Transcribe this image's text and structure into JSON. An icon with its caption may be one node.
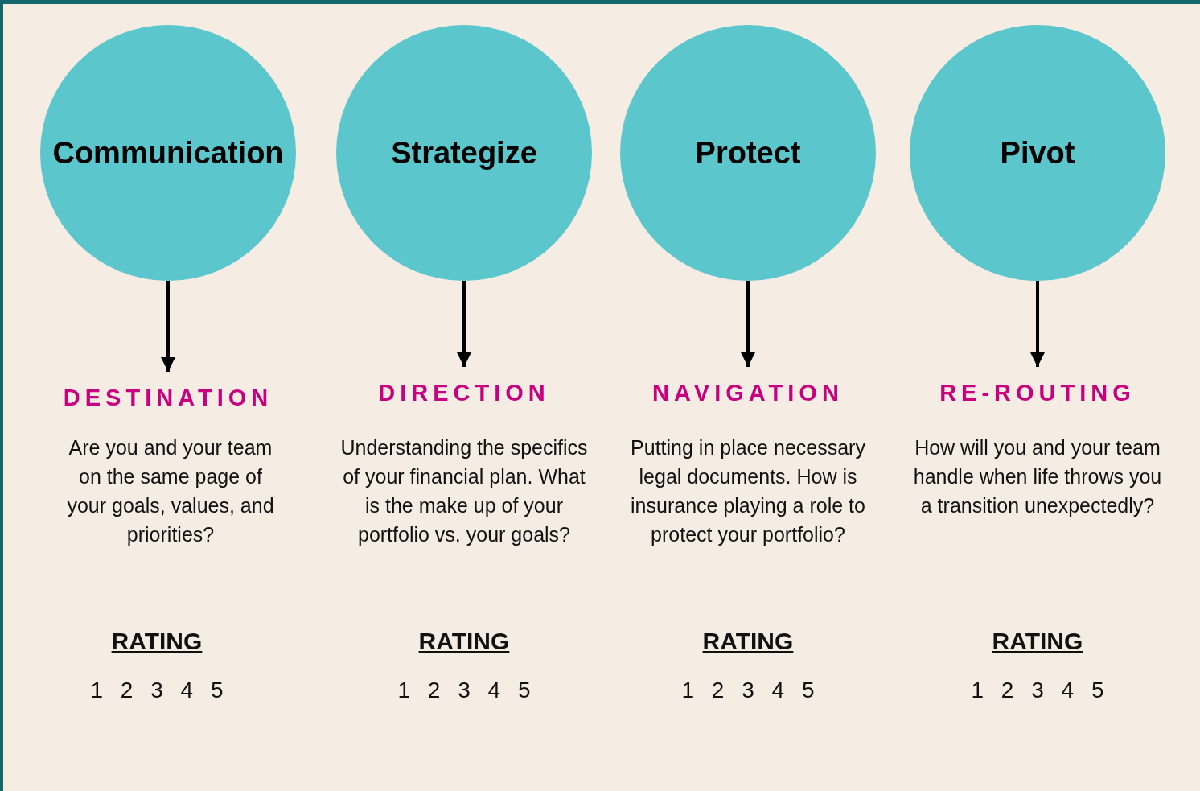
{
  "diagram": {
    "nodes": [
      {
        "text": [
          "Communication"
        ]
      },
      {
        "text": [
          "Strategize"
        ]
      },
      {
        "text": [
          "Protect"
        ]
      },
      {
        "text": [
          "Pivot"
        ]
      },
      {
        "text": [
          "DESTINATION"
        ]
      },
      {
        "text": [
          "DIRECTION"
        ]
      },
      {
        "text": [
          "NAVIGATION"
        ]
      },
      {
        "text": [
          "RE-ROUTING"
        ]
      }
    ],
    "edges": [
      {
        "from": 0,
        "to": 4,
        "arrow": "to"
      },
      {
        "from": 1,
        "to": 5,
        "arrow": "to"
      },
      {
        "from": 2,
        "to": 6,
        "arrow": "to"
      },
      {
        "from": 3,
        "to": 7,
        "arrow": "to"
      }
    ],
    "labels": [
      "Are you and your team on the same page of your goals, values, and priorities?",
      "Understanding the specifics of your financial plan. What is the make up of your portfolio vs. your goals?",
      "Putting in place necessary legal documents. How is insurance playing a role to protect your portfolio?",
      "How will you and your team handle when life throws you a transition unexpectedly?",
      "RATING",
      "RATING",
      "RATING",
      "RATING",
      "1 2 3 4 5",
      "1 2 3 4 5",
      "1 2 3 4 5",
      "1 2 3 4 5"
    ]
  }
}
